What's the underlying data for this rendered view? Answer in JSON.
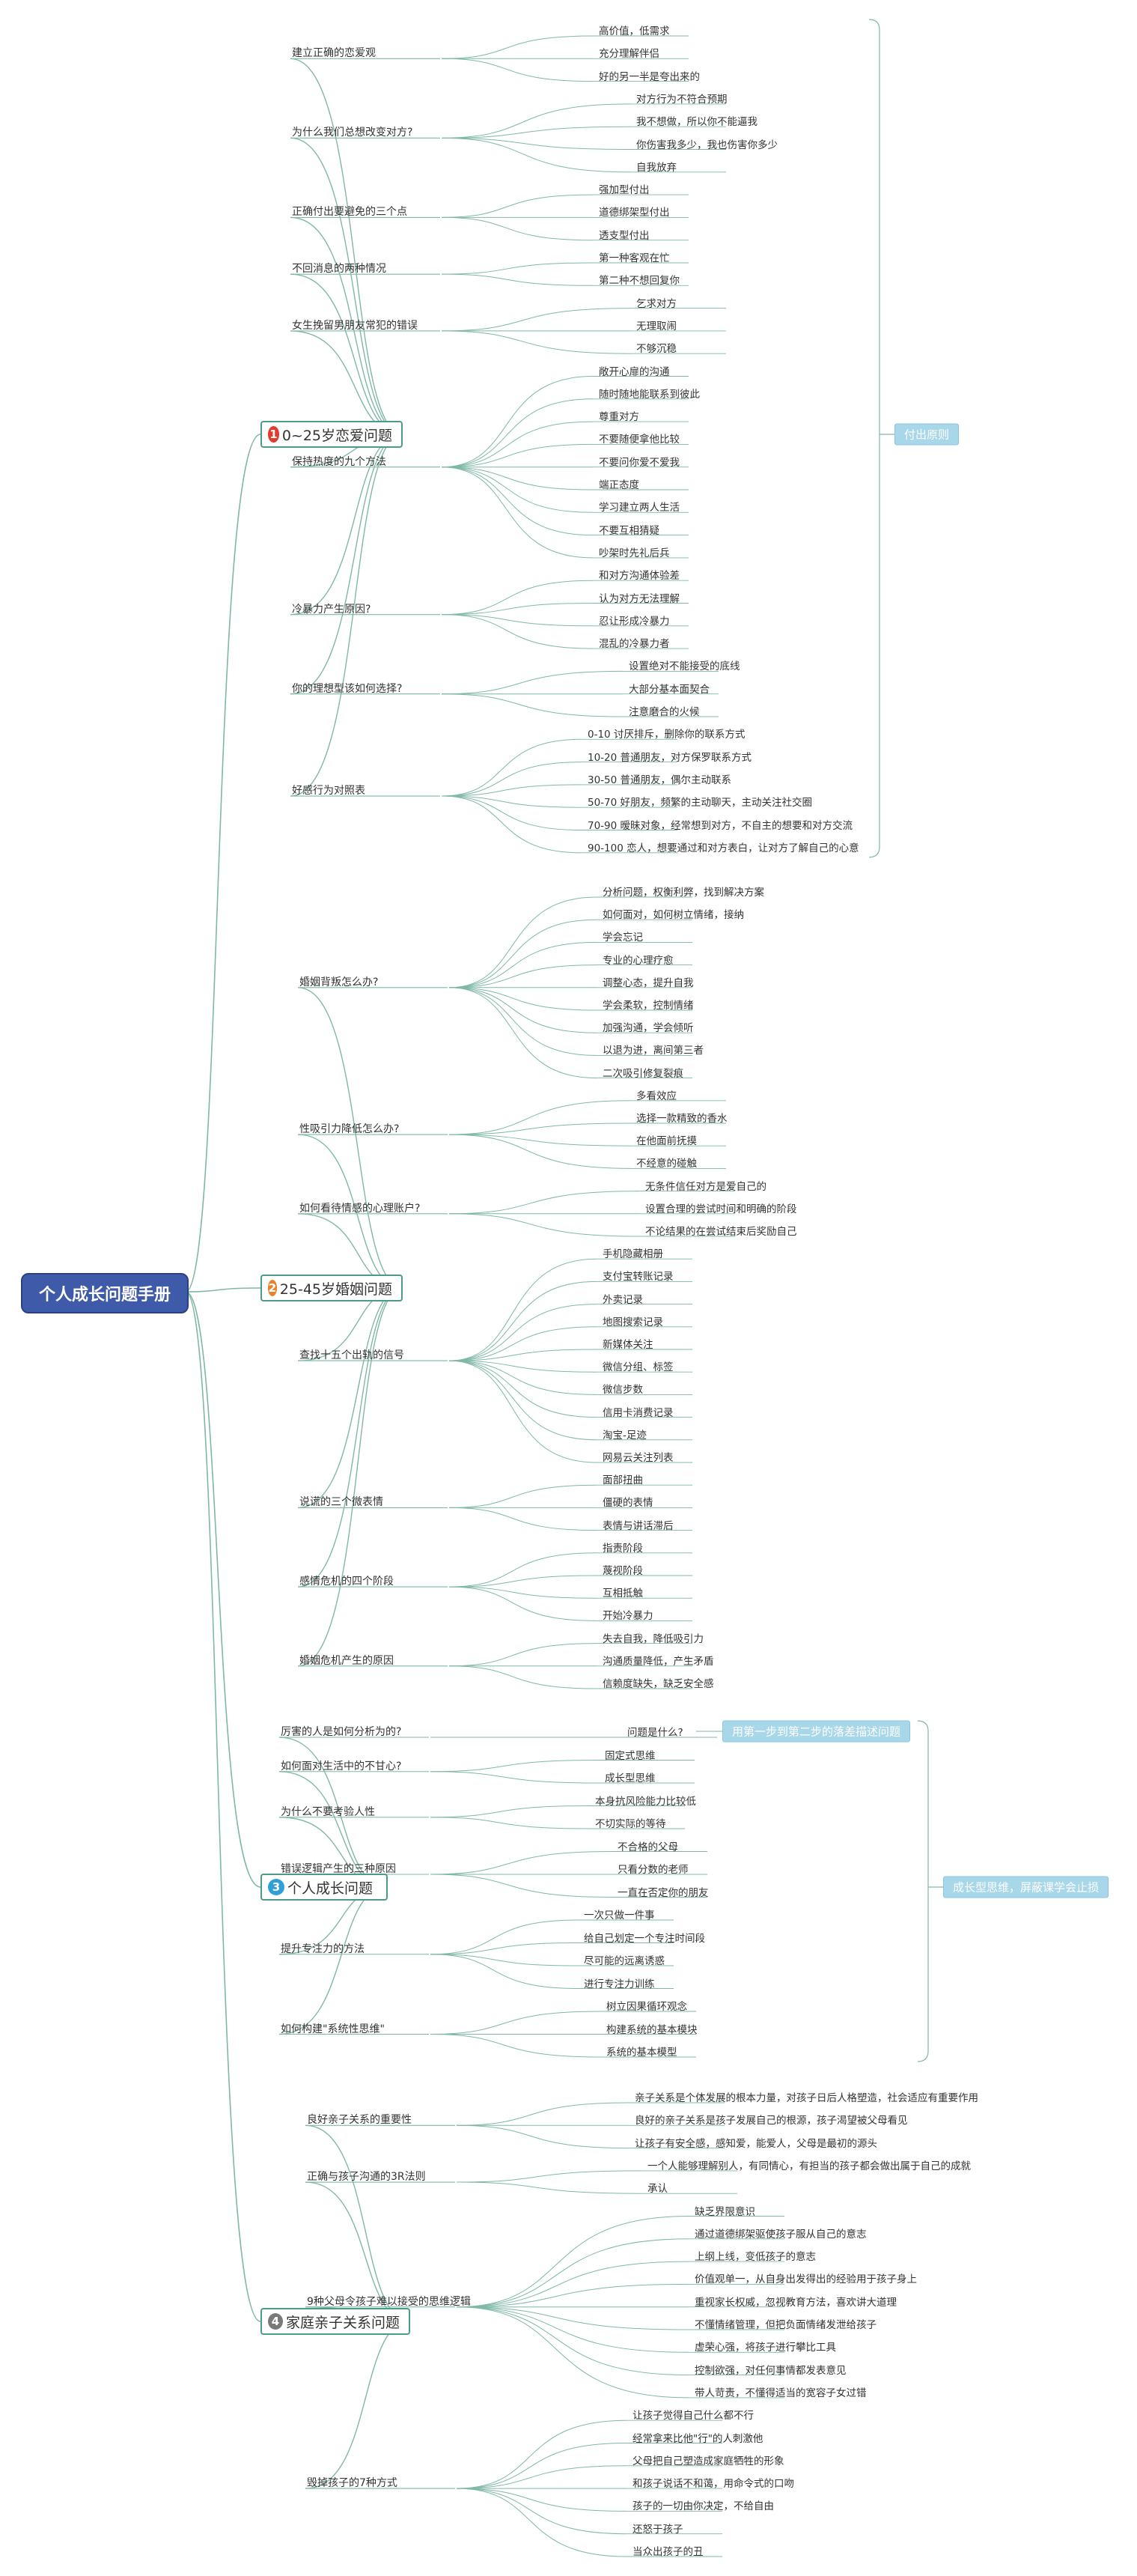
{
  "root": {
    "title": "个人成长问题手册"
  },
  "branches": [
    {
      "num": "1",
      "color": "#e4392b",
      "title": "0~25岁恋爱问题",
      "summary": "付出原则",
      "topics": [
        {
          "title": "建立正确的恋爱观",
          "items": [
            "高价值，低需求",
            "充分理解伴侣",
            "好的另一半是夸出来的"
          ]
        },
        {
          "title": "为什么我们总想改变对方?",
          "items": [
            "对方行为不符合预期",
            "我不想做，所以你不能逼我",
            "你伤害我多少，我也伤害你多少",
            "自我放弃"
          ]
        },
        {
          "title": "正确付出要避免的三个点",
          "items": [
            "强加型付出",
            "道德绑架型付出",
            "透支型付出"
          ]
        },
        {
          "title": "不回消息的两种情况",
          "items": [
            "第一种客观在忙",
            "第二种不想回复你"
          ]
        },
        {
          "title": "女生挽留男朋友常犯的错误",
          "items": [
            "乞求对方",
            "无理取闹",
            "不够沉稳"
          ]
        },
        {
          "title": "保持热度的九个方法",
          "items": [
            "敞开心扉的沟通",
            "随时随地能联系到彼此",
            "尊重对方",
            "不要随便拿他比较",
            "不要问你爱不爱我",
            "端正态度",
            "学习建立两人生活",
            "不要互相猜疑",
            "吵架时先礼后兵"
          ]
        },
        {
          "title": "冷暴力产生原因?",
          "items": [
            "和对方沟通体验差",
            "认为对方无法理解",
            "忍让形成冷暴力",
            "混乱的冷暴力者"
          ]
        },
        {
          "title": "你的理想型该如何选择?",
          "items": [
            "设置绝对不能接受的底线",
            "大部分基本面契合",
            "注意磨合的火候"
          ]
        },
        {
          "title": "好感行为对照表",
          "items": [
            "0-10 讨厌排斥，删除你的联系方式",
            "10-20 普通朋友，对方保罗联系方式",
            "30-50 普通朋友，偶尔主动联系",
            "50-70 好朋友，频繁的主动聊天，主动关注社交圈",
            "70-90 暧昧对象，经常想到对方，不自主的想要和对方交流",
            "90-100 恋人，想要通过和对方表白，让对方了解自己的心意"
          ]
        }
      ]
    },
    {
      "num": "2",
      "color": "#e8822d",
      "title": "25-45岁婚姻问题",
      "topics": [
        {
          "title": "婚姻背叛怎么办?",
          "items": [
            "分析问题，权衡利弊，找到解决方案",
            "如何面对，如何树立情绪，接纳",
            "学会忘记",
            "专业的心理疗愈",
            "调整心态，提升自我",
            "学会柔软，控制情绪",
            "加强沟通，学会倾听",
            "以退为进，离间第三者",
            "二次吸引修复裂痕"
          ]
        },
        {
          "title": "性吸引力降低怎么办?",
          "items": [
            "多看效应",
            "选择一款精致的香水",
            "在他面前抚摸",
            "不经意的碰触"
          ]
        },
        {
          "title": "如何看待情感的心理账户?",
          "items": [
            "无条件信任对方是爱自己的",
            "设置合理的尝试时间和明确的阶段",
            "不论结果的在尝试结束后奖励自己"
          ]
        },
        {
          "title": "查找十五个出轨的信号",
          "items": [
            "手机隐藏相册",
            "支付宝转账记录",
            "外卖记录",
            "地图搜索记录",
            "新媒体关注",
            "微信分组、标签",
            "微信步数",
            "信用卡消费记录",
            "淘宝-足迹",
            "网易云关注列表"
          ]
        },
        {
          "title": "说谎的三个微表情",
          "items": [
            "面部扭曲",
            "僵硬的表情",
            "表情与讲话滞后"
          ]
        },
        {
          "title": "感情危机的四个阶段",
          "items": [
            "指责阶段",
            "蔑视阶段",
            "互相抵触",
            "开始冷暴力"
          ]
        },
        {
          "title": "婚姻危机产生的原因",
          "items": [
            "失去自我，降低吸引力",
            "沟通质量降低，产生矛盾",
            "信赖度缺失，缺乏安全感"
          ]
        }
      ]
    },
    {
      "num": "3",
      "color": "#2f9fd8",
      "title": "个人成长问题",
      "summary": "成长型思维，屏蔽课学会止损",
      "topics": [
        {
          "title": "厉害的人是如何分析为的?",
          "items": [
            "问题是什么?"
          ],
          "note": "用第一步到第二步的落差描述问题"
        },
        {
          "title": "如何面对生活中的不甘心?",
          "items": [
            "固定式思维",
            "成长型思维"
          ]
        },
        {
          "title": "为什么不要考验人性",
          "items": [
            "本身抗风险能力比较低",
            "不切实际的等待"
          ]
        },
        {
          "title": "错误逻辑产生的三种原因",
          "items": [
            "不合格的父母",
            "只看分数的老师",
            "一直在否定你的朋友"
          ]
        },
        {
          "title": "提升专注力的方法",
          "items": [
            "一次只做一件事",
            "给自己划定一个专注时间段",
            "尽可能的远离诱惑",
            "进行专注力训练"
          ]
        },
        {
          "title": "如何构建\"系统性思维\"",
          "items": [
            "树立因果循环观念",
            "构建系统的基本模块",
            "系统的基本模型"
          ]
        }
      ]
    },
    {
      "num": "4",
      "color": "#7a7a7a",
      "title": "家庭亲子关系问题",
      "topics": [
        {
          "title": "良好亲子关系的重要性",
          "items": [
            "亲子关系是个体发展的根本力量，对孩子日后人格塑造，社会适应有重要作用",
            "良好的亲子关系是孩子发展自己的根源，孩子渴望被父母看见",
            "让孩子有安全感，感知爱，能爱人，父母是最初的源头"
          ]
        },
        {
          "title": "正确与孩子沟通的3R法则",
          "items": [
            "一个人能够理解别人，有同情心，有担当的孩子都会做出属于自己的成就",
            "承认"
          ]
        },
        {
          "title": "9种父母令孩子难以接受的思维逻辑",
          "items": [
            "缺乏界限意识",
            "通过道德绑架驱使孩子服从自己的意志",
            "上纲上线，变低孩子的意志",
            "价值观单一，从自身出发得出的经验用于孩子身上",
            "重视家长权威，忽视教育方法，喜欢讲大道理",
            "不懂情绪管理，但把负面情绪发泄给孩子",
            "虚荣心强，将孩子进行攀比工具",
            "控制欲强，对任何事情都发表意见",
            "带人苛责，不懂得适当的宽容子女过错"
          ]
        },
        {
          "title": "毁掉孩子的7种方式",
          "items": [
            "让孩子觉得自己什么都不行",
            "经常拿来比他\"行\"的人刺激他",
            "父母把自己塑造成家庭牺牲的形象",
            "和孩子说话不和蔼，用命令式的口吻",
            "孩子的一切由你决定，不给自由",
            "还怒于孩子",
            "当众出孩子的丑"
          ]
        }
      ]
    }
  ],
  "colors": {
    "line": "#7fb8a8",
    "root": "#3f5aa9",
    "tag": "#a9d7ea"
  }
}
